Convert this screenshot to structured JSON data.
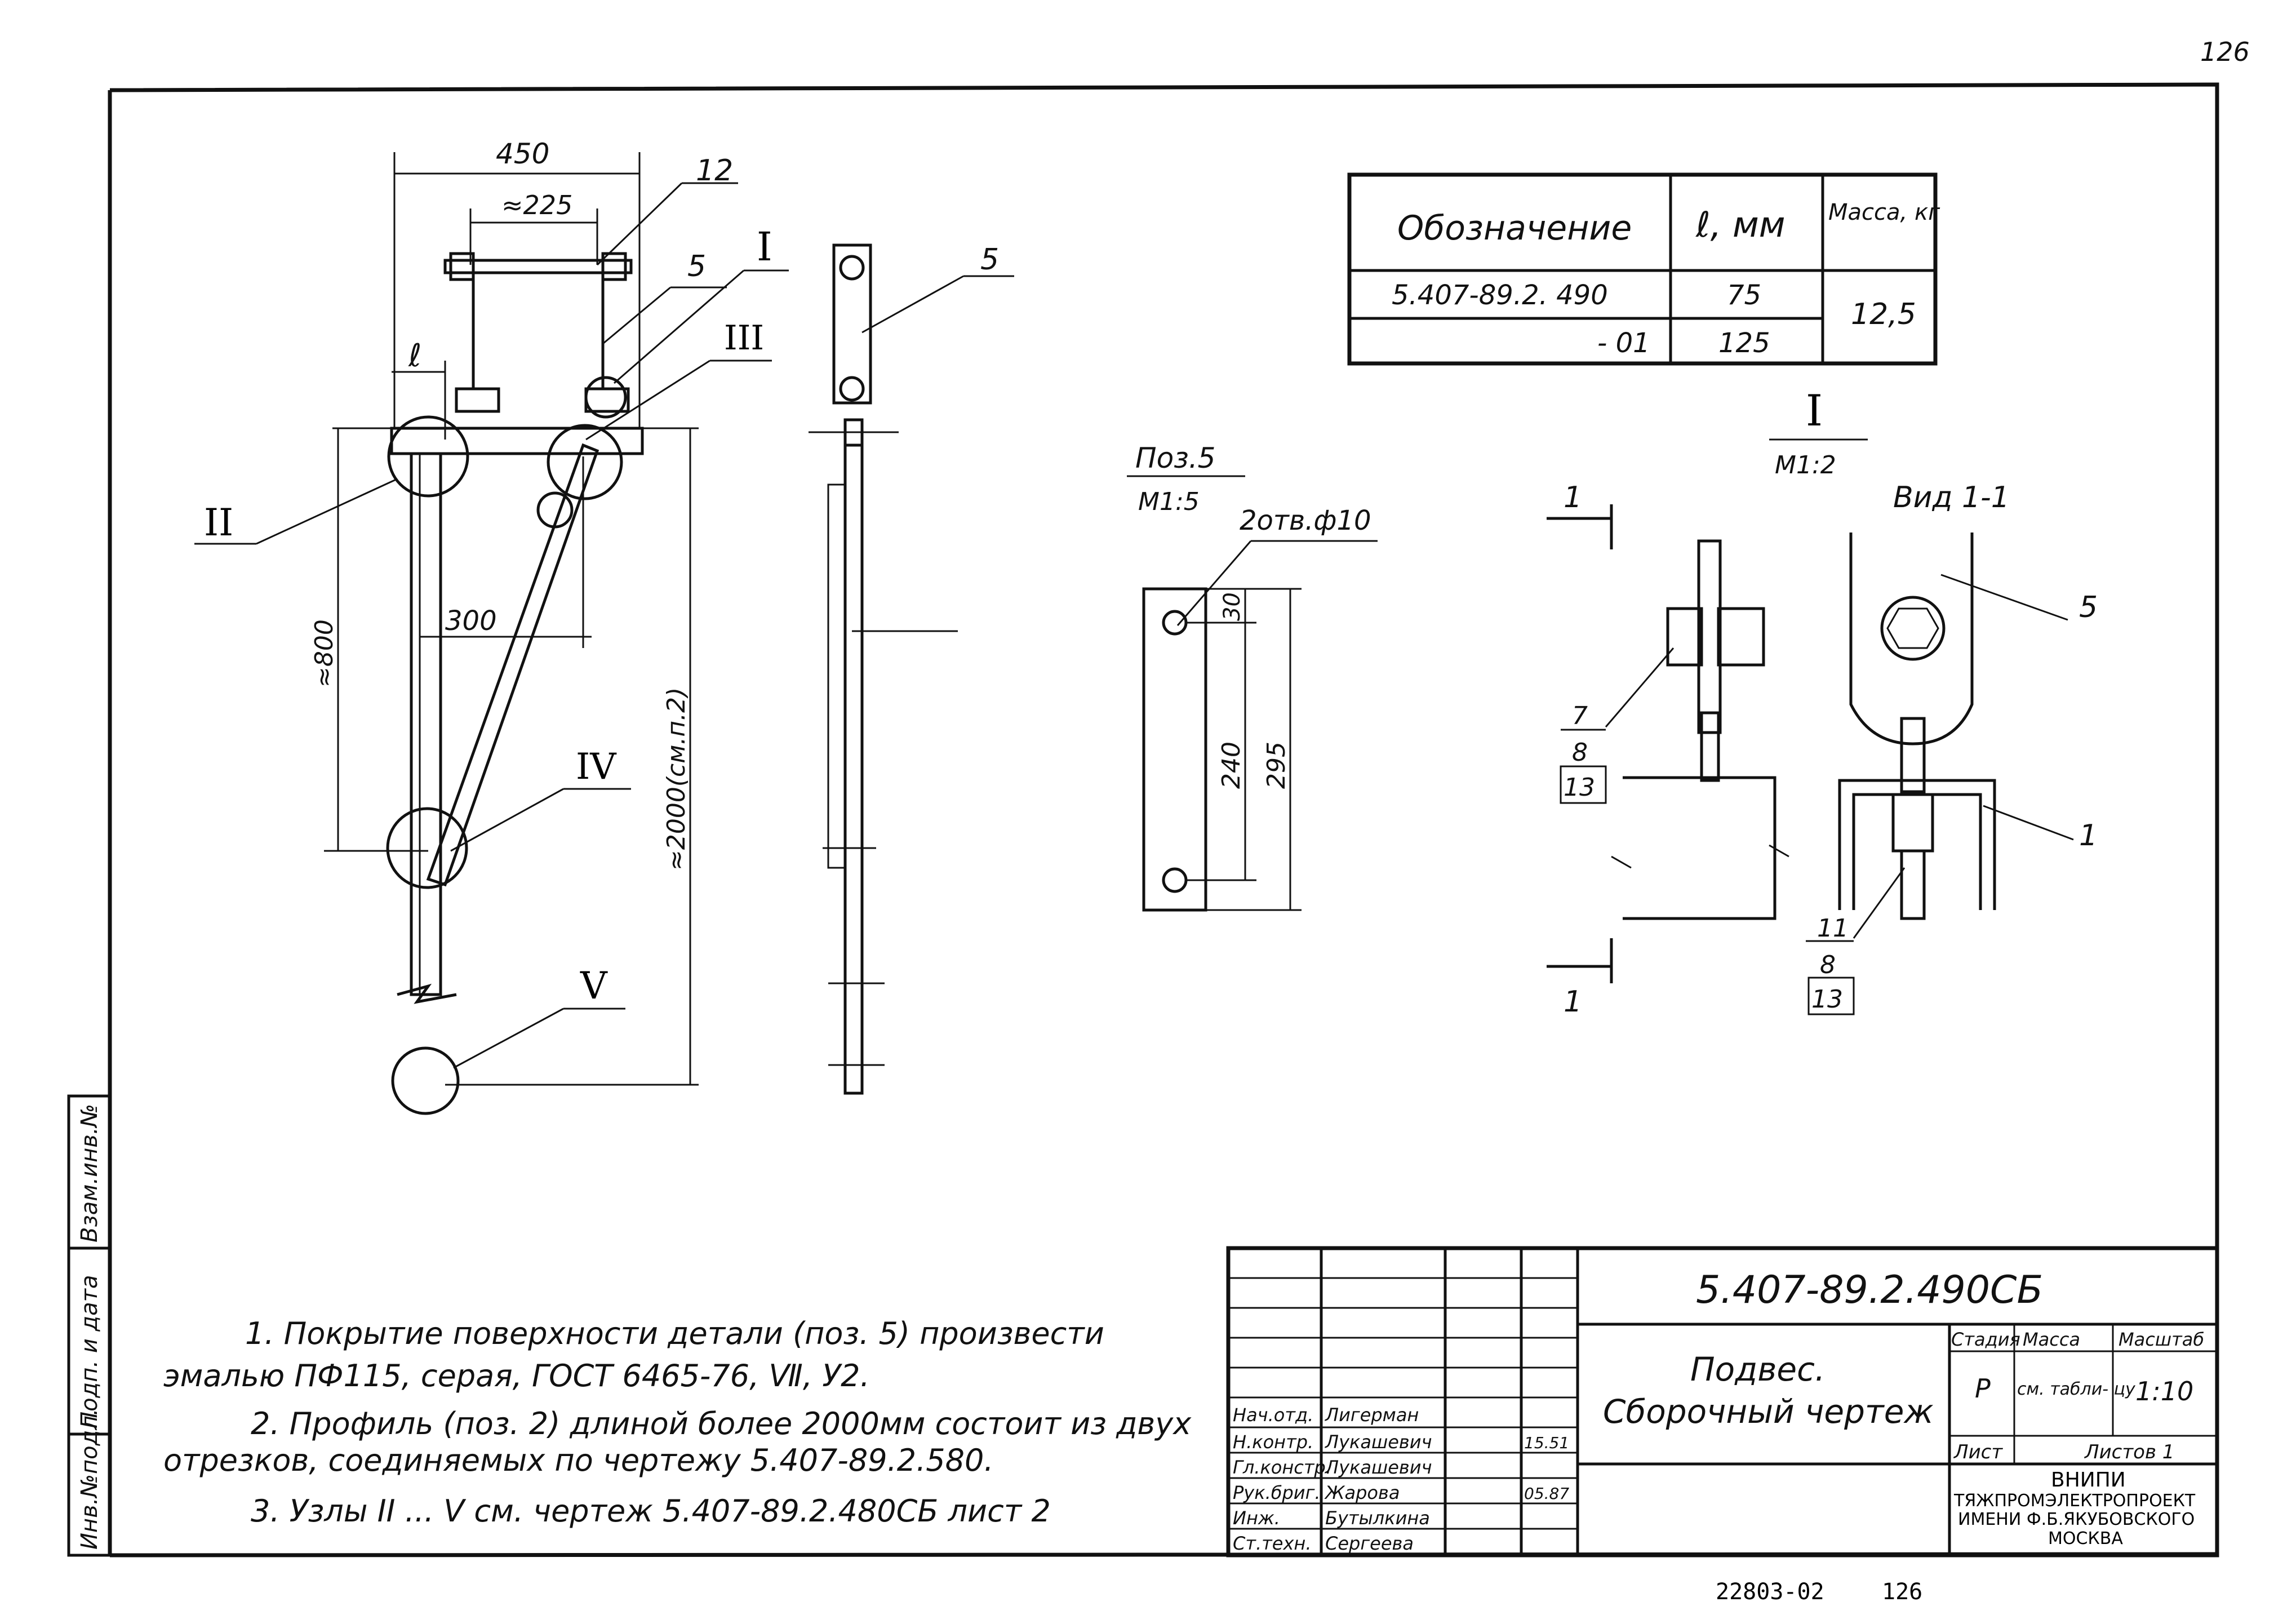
{
  "page_number_corner": "126",
  "spec_table": {
    "headers": [
      "Обозначение",
      "ℓ, мм",
      "Масса, кг"
    ],
    "rows": [
      {
        "designation": "5.407-89.2. 490",
        "l_mm": "75"
      },
      {
        "designation": "- 01",
        "l_mm": "125"
      }
    ],
    "mass": "12,5"
  },
  "views": {
    "dim_450": "450",
    "dim_225": "≈225",
    "dim_l": "ℓ",
    "dim_300": "300",
    "dim_800": "≈800",
    "dim_2000": "≈2000(см.п.2)",
    "pos_12": "12",
    "pos_5": "5",
    "node_I": "I",
    "node_II": "II",
    "node_III": "III",
    "node_IV": "IV",
    "node_V": "V",
    "side_pos_5": "5",
    "pos5_title": "Поз.5",
    "pos5_scale": "М1:5",
    "pos5_holes": "2отв.ф10",
    "pos5_dim_30": "30",
    "pos5_dim_240": "240",
    "pos5_dim_295": "295",
    "detail_I_title": "I",
    "detail_I_scale": "М1:2",
    "view_1_1": "Вид 1-1",
    "section_mark": "1",
    "det_pos_7": "7",
    "det_pos_8a": "8",
    "det_pos_13a": "13",
    "det_pos_5": "5",
    "det_pos_1": "1",
    "det_pos_11": "11",
    "det_pos_8b": "8",
    "det_pos_13b": "13"
  },
  "notes": [
    "1. Покрытие поверхности детали (поз. 5) произвести",
    "эмалью ПФ115, серая, ГОСТ 6465-76, Ⅶ, У2.",
    "2. Профиль (поз. 2) длиной более 2000мм состоит из двух",
    "отрезков, соединяемых по чертежу 5.407-89.2.580.",
    "3. Узлы II ... V см. чертеж 5.407-89.2.480СБ лист 2"
  ],
  "side_stamp": [
    "Инв.№подл.",
    "Подп. и дата",
    "Взам.инв.№"
  ],
  "title_block": {
    "doc_code": "5.407-89.2.490СБ",
    "title_line1": "Подвес.",
    "title_line2": "Сборочный чертеж",
    "stage_header": "Стадия",
    "mass_header": "Масса",
    "scale_header": "Масштаб",
    "stage_value": "Р",
    "mass_value": "см. табли- цу",
    "scale_value": "1:10",
    "sheet_label": "Лист",
    "sheets_label": "Листов 1",
    "org_line1": "ВНИПИ",
    "org_line2": "ТЯЖПРОМЭЛЕКТРОПРОЕКТ",
    "org_line3": "ИМЕНИ Ф.Б.ЯКУБОВСКОГО",
    "org_line4": "МОСКВА",
    "roles": [
      {
        "role": "Нач.отд.",
        "name": "Лигерман",
        "date": ""
      },
      {
        "role": "Н.контр.",
        "name": "Лукашевич",
        "date": "15.51"
      },
      {
        "role": "Гл.констр.",
        "name": "Лукашевич",
        "date": ""
      },
      {
        "role": "Рук.бриг.",
        "name": "Жарова",
        "date": "05.87"
      },
      {
        "role": "Инж.",
        "name": "Бутылкина",
        "date": ""
      },
      {
        "role": "Ст.техн.",
        "name": "Сергеева",
        "date": ""
      }
    ]
  },
  "bottom_code": "22803-02",
  "bottom_page": "126"
}
